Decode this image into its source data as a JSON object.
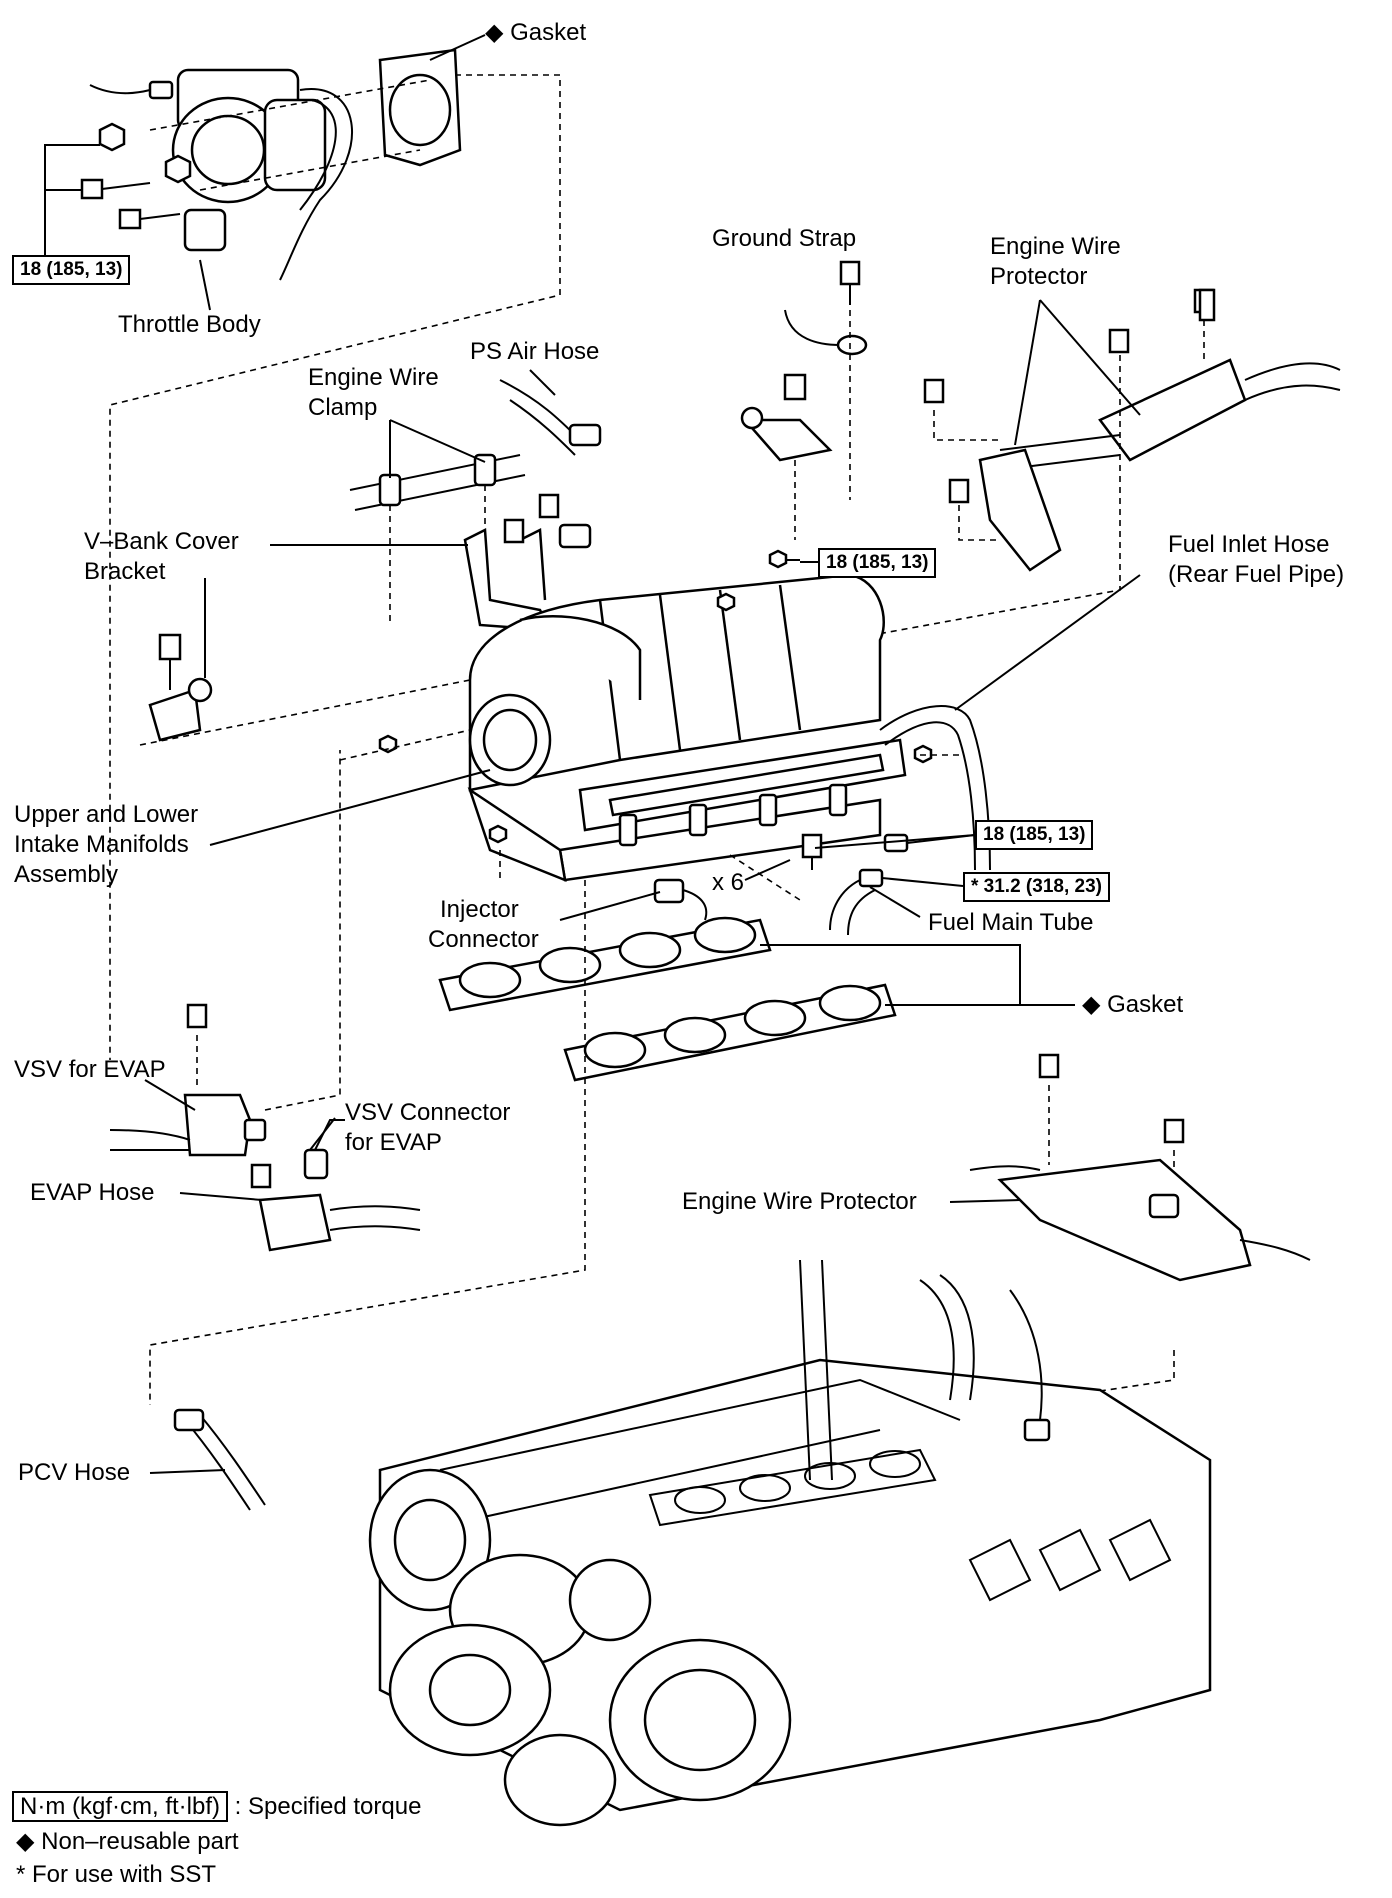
{
  "labels": {
    "gasket_top": "Gasket",
    "throttle_body": "Throttle Body",
    "torque_throttle": "18 (185, 13)",
    "ground_strap": "Ground Strap",
    "engine_wire_protector_top_line1": "Engine Wire",
    "engine_wire_protector_top_line2": "Protector",
    "ps_air_hose": "PS Air Hose",
    "engine_wire_clamp_line1": "Engine Wire",
    "engine_wire_clamp_line2": "Clamp",
    "v_bank_bracket_line1": "V–Bank Cover",
    "v_bank_bracket_line2": "Bracket",
    "torque_center": "18 (185, 13)",
    "fuel_inlet_hose_line1": "Fuel Inlet Hose",
    "fuel_inlet_hose_line2": "(Rear Fuel Pipe)",
    "intake_manifolds_line1": "Upper and Lower",
    "intake_manifolds_line2": "Intake Manifolds",
    "intake_manifolds_line3": "Assembly",
    "torque_injector": "18 (185, 13)",
    "torque_fuel_main": "* 31.2 (318, 23)",
    "x6": "x 6",
    "injector_connector_line1": "Injector",
    "injector_connector_line2": "Connector",
    "fuel_main_tube": "Fuel Main Tube",
    "gasket_middle": "Gasket",
    "vsv_evap": "VSV for EVAP",
    "vsv_connector_line1": "VSV Connector",
    "vsv_connector_line2": "for EVAP",
    "evap_hose": "EVAP Hose",
    "engine_wire_protector_lower": "Engine Wire Protector",
    "pcv_hose": "PCV Hose"
  },
  "legend": {
    "torque_unit_box": "N·m (kgf·cm, ft·lbf)",
    "torque_text": ": Specified torque",
    "non_reusable": "Non–reusable part",
    "sst": "* For use with SST"
  }
}
